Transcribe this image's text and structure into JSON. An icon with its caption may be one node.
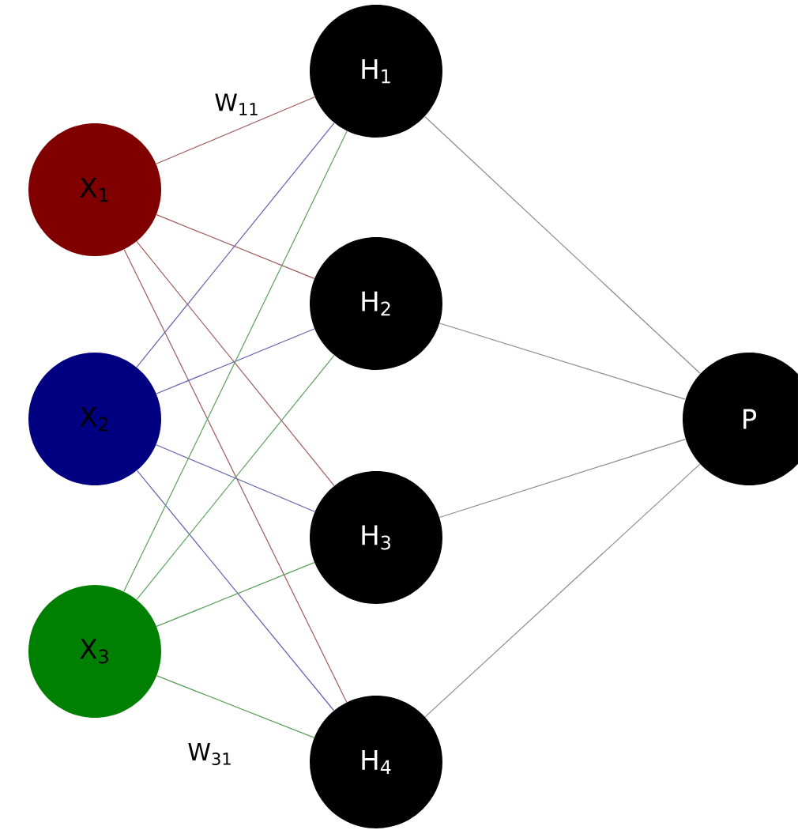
{
  "diagram": {
    "nodes": [
      {
        "text": [
          "X$_{1}$"
        ]
      },
      {
        "text": [
          "X$_{2}$"
        ]
      },
      {
        "text": [
          "X$_{3}$"
        ]
      },
      {
        "text": [
          "H$_{1}$"
        ]
      },
      {
        "text": [
          "H$_{2}$"
        ]
      },
      {
        "text": [
          "H$_{3}$"
        ]
      },
      {
        "text": [
          "H$_{4}$"
        ]
      },
      {
        "text": [
          "P"
        ]
      }
    ],
    "edges": [
      {
        "from": 0,
        "to": 3,
        "arrow": "none",
        "color": "#a05a5a",
        "label": "W$_{11}$"
      },
      {
        "from": 0,
        "to": 4,
        "arrow": "none",
        "color": "#a05a5a"
      },
      {
        "from": 0,
        "to": 5,
        "arrow": "none",
        "color": "#a05a5a"
      },
      {
        "from": 0,
        "to": 6,
        "arrow": "none",
        "color": "#a05a5a"
      },
      {
        "from": 1,
        "to": 3,
        "arrow": "none",
        "color": "#6060b0"
      },
      {
        "from": 1,
        "to": 4,
        "arrow": "none",
        "color": "#6060b0"
      },
      {
        "from": 1,
        "to": 5,
        "arrow": "none",
        "color": "#6060b0"
      },
      {
        "from": 1,
        "to": 6,
        "arrow": "none",
        "color": "#6060b0"
      },
      {
        "from": 2,
        "to": 3,
        "arrow": "none",
        "color": "#5aa05a"
      },
      {
        "from": 2,
        "to": 4,
        "arrow": "none",
        "color": "#5aa05a"
      },
      {
        "from": 2,
        "to": 5,
        "arrow": "none",
        "color": "#5aa05a"
      },
      {
        "from": 2,
        "to": 6,
        "arrow": "none",
        "color": "#5aa05a",
        "label": "W$_{31}$"
      },
      {
        "from": 3,
        "to": 7,
        "arrow": "none",
        "color": "#8a8a8a"
      },
      {
        "from": 4,
        "to": 7,
        "arrow": "none",
        "color": "#8a8a8a"
      },
      {
        "from": 5,
        "to": 7,
        "arrow": "none",
        "color": "#8a8a8a"
      },
      {
        "from": 6,
        "to": 7,
        "arrow": "none",
        "color": "#8a8a8a"
      }
    ]
  }
}
